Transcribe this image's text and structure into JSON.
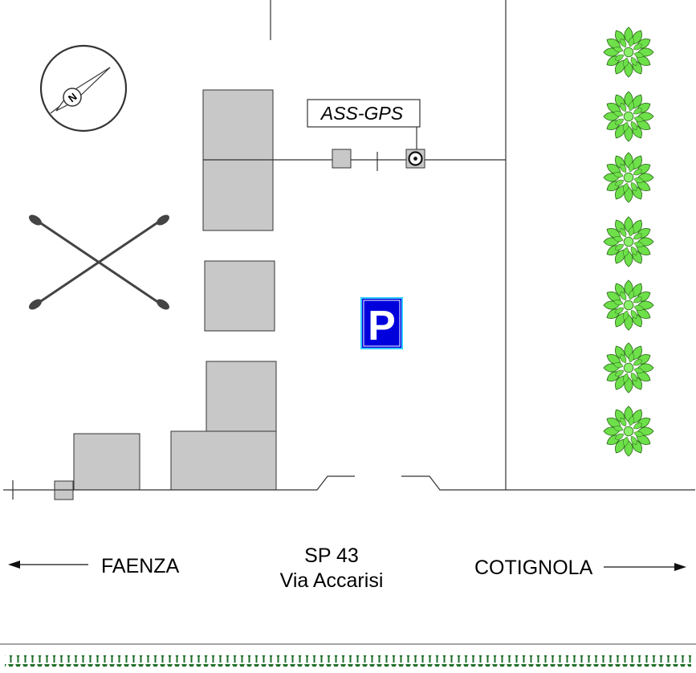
{
  "map": {
    "gps_label": "ASS-GPS",
    "road": {
      "number": "SP 43",
      "name": "Via Accarisi"
    },
    "directions": {
      "left": "FAENZA",
      "right": "COTIGNOLA"
    },
    "compass_letter": "N",
    "parking_letter": "P",
    "colors": {
      "building": "#c8c8c8",
      "parking_bg": "#0000dd",
      "tree": "#66dd44",
      "hedge": "#1e6e28"
    },
    "icons": [
      "compass-icon",
      "crossed-oars-icon",
      "parking-icon",
      "gps-antenna-icon",
      "tree-icon",
      "arrow-left-icon",
      "arrow-right-icon"
    ]
  }
}
